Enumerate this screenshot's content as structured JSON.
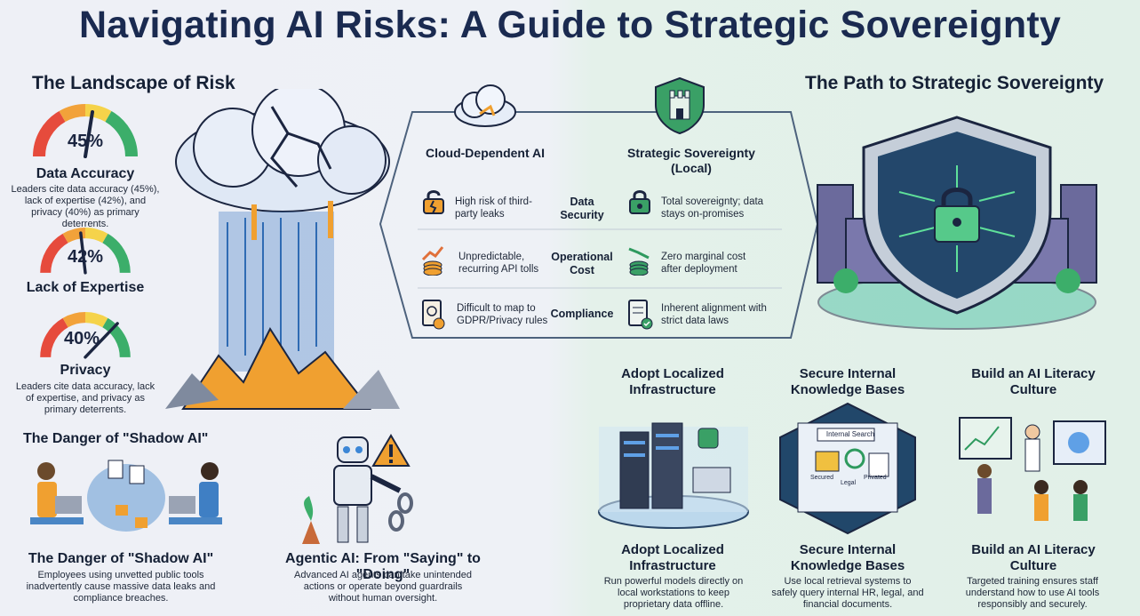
{
  "title": "Navigating AI Risks: A Guide to Strategic Sovereignty",
  "landscape": {
    "heading": "The Landscape of Risk",
    "gauges": [
      {
        "value": "45%",
        "label": "Data Accuracy",
        "level": 0.45
      },
      {
        "value": "42%",
        "label": "Lack of Expertise",
        "level": 0.42
      },
      {
        "value": "40%",
        "label": "Privacy",
        "level": 0.4
      }
    ],
    "note1": "Leaders cite data accuracy (45%), lack of expertise (42%), and privacy (40%) as primary deterrents.",
    "note2": "Leaders cite data accuracy, lack of expertise, and privacy as primary deterrents."
  },
  "shadow_ai": {
    "heading": "The Danger of \"Shadow AI\"",
    "title": "The Danger of \"Shadow AI\"",
    "desc": "Employees using unvetted public tools inadvertently cause massive data leaks and compliance breaches."
  },
  "agentic": {
    "title": "Agentic AI: From \"Saying\" to \"Doing\"",
    "desc": "Advanced AI agents can take unintended actions or operate beyond guardrails without human oversight."
  },
  "comparison": {
    "left_head": "Cloud-Dependent AI",
    "right_head": "Strategic Sovereignty (Local)",
    "rows": [
      {
        "left": "High risk of third-party leaks",
        "category": "Data Security",
        "right": "Total sovereignty; data stays on-promises"
      },
      {
        "left": "Unpredictable, recurring API tolls",
        "category": "Operational Cost",
        "right": "Zero marginal cost after deployment"
      },
      {
        "left": "Difficult to map to GDPR/Privacy rules",
        "category": "Compliance",
        "right": "Inherent alignment with strict data laws"
      }
    ]
  },
  "path": {
    "heading": "The Path to Strategic Sovereignty",
    "steps": [
      {
        "title": "Adopt Localized Infrastructure",
        "bottom_title": "Adopt Localized Infrastructure",
        "desc": "Run powerful models directly on local workstations to keep proprietary data offline."
      },
      {
        "title": "Secure Internal Knowledge Bases",
        "bottom_title": "Secure Internal Knowledge Bases",
        "desc": "Use local retrieval systems to safely query internal HR, legal, and financial documents.",
        "search_label": "Internal Search",
        "folder1": "Secured",
        "folder2": "Legal",
        "folder3": "Privated"
      },
      {
        "title": "Build an AI Literacy Culture",
        "bottom_title": "Build an AI Literacy Culture",
        "desc": "Targeted training ensures staff understand how to use AI tools responsibly and securely."
      }
    ]
  },
  "colors": {
    "navy": "#1a2a50",
    "green": "#2e9a5e",
    "orange": "#f0a030",
    "blue": "#4a86c5"
  }
}
